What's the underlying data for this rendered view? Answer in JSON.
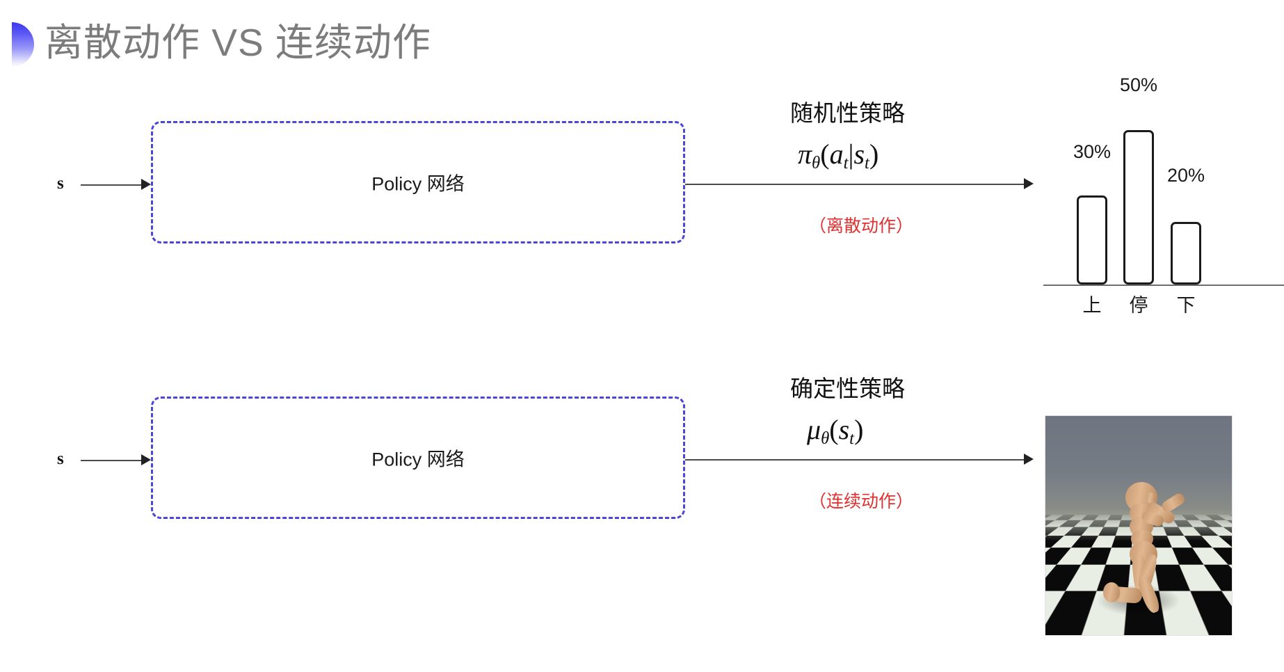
{
  "slide": {
    "title": "离散动作 VS 连续动作",
    "title_color": "#7c7c7c",
    "accent_color": "#4a46d6",
    "alert_color": "#e03030",
    "background": "#ffffff"
  },
  "rows": [
    {
      "id": "discrete",
      "input_label": "s",
      "policy_box_label": "Policy 网络",
      "policy_kind": "随机性策略",
      "formula_plain": "πθ(at|st)",
      "formula_parts": {
        "symbol": "π",
        "subscript": "θ",
        "open": "(",
        "arg1": "a",
        "arg1_sub": "t",
        "bar": "|",
        "arg2": "s",
        "arg2_sub": "t",
        "close": ")"
      },
      "action_type": "（离散动作）",
      "output_kind": "bar-chart"
    },
    {
      "id": "continuous",
      "input_label": "s",
      "policy_box_label": "Policy 网络",
      "policy_kind": "确定性策略",
      "formula_plain": "μθ(st)",
      "formula_parts": {
        "symbol": "μ",
        "subscript": "θ",
        "open": "(",
        "arg1": "s",
        "arg1_sub": "t",
        "bar": "",
        "arg2": "",
        "arg2_sub": "",
        "close": ")"
      },
      "action_type": "（连续动作）",
      "output_kind": "humanoid-sim"
    }
  ],
  "chart_data": {
    "type": "bar",
    "title": "",
    "xlabel": "",
    "ylabel": "",
    "categories": [
      "上",
      "停",
      "下"
    ],
    "values": [
      30,
      50,
      20
    ],
    "value_labels": [
      "30%",
      "50%",
      "20%"
    ],
    "ylim": [
      0,
      60
    ],
    "grid": false,
    "legend": null,
    "bar_style": "outlined",
    "bar_border_color": "#1b1b1b",
    "bar_fill": "#ffffff",
    "axis_color": "#6d6d6d"
  },
  "humanoid_sim": {
    "alt": "MuJoCo 人形机器人在棋盘地面上",
    "sky_color": "#757c86",
    "floor_light": "#e9eee4",
    "floor_dark": "#0a0a0a",
    "body_color": "#d8a87e"
  }
}
